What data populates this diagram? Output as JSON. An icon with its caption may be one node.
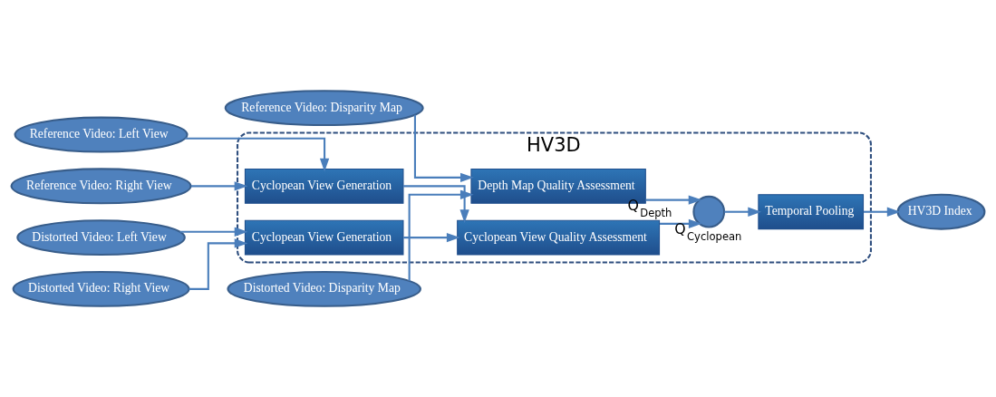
{
  "diagram": {
    "nodes": [
      {
        "text": [
          "HV3D"
        ]
      },
      {
        "text": [
          "Reference Video: Left View"
        ]
      },
      {
        "text": [
          "Reference Video: Right View"
        ]
      },
      {
        "text": [
          "Reference Video: Disparity Map"
        ]
      },
      {
        "text": [
          "Distorted Video: Left View"
        ]
      },
      {
        "text": [
          "Distorted Video: Right View"
        ]
      },
      {
        "text": [
          "Distorted Video: Disparity Map"
        ]
      },
      {
        "text": [
          "Cyclopean View Generation"
        ],
        "in": 0
      },
      {
        "text": [
          "Cyclopean View Quality Assessment"
        ],
        "in": 0
      },
      {
        "text": [
          "Depth Map Quality Assessment"
        ],
        "in": 0
      },
      {
        "text": [
          "Cyclopean View Generation"
        ],
        "in": 0
      },
      {
        "text": [],
        "shape": "circle",
        "in": 0
      },
      {
        "text": [
          "Temporal Pooling"
        ],
        "in": 0
      },
      {
        "text": [
          "HV3D Index"
        ]
      }
    ],
    "edges": [
      {
        "from": 1,
        "to": 7,
        "arrow": "to"
      },
      {
        "from": 2,
        "to": 7,
        "arrow": "to"
      },
      {
        "from": 7,
        "to": 8,
        "arrow": "to"
      },
      {
        "from": 10,
        "to": 8,
        "arrow": "to"
      },
      {
        "from": 3,
        "to": 9,
        "arrow": "to"
      },
      {
        "from": 6,
        "to": 9,
        "arrow": "to"
      },
      {
        "from": 4,
        "to": 10,
        "arrow": "to"
      },
      {
        "from": 5,
        "to": 10,
        "arrow": "to"
      },
      {
        "from": 8,
        "to": 11,
        "arrow": "to",
        "label": "Q$_{Cyclopean}$"
      },
      {
        "from": 9,
        "to": 11,
        "arrow": "to",
        "label": "Q$_{Depth}$"
      },
      {
        "from": 11,
        "to": 12,
        "arrow": "to"
      },
      {
        "from": 12,
        "to": 13,
        "arrow": "to"
      }
    ]
  }
}
